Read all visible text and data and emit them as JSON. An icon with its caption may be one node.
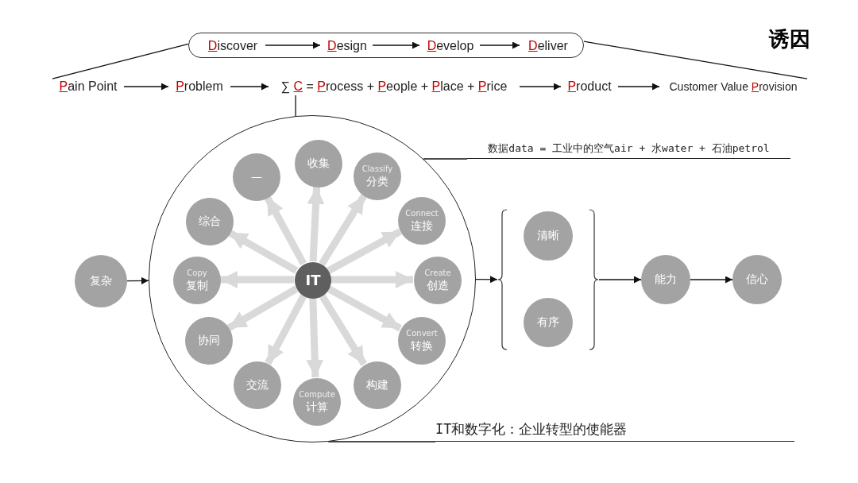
{
  "diagram": {
    "title": "诱因",
    "nodes": [
      {
        "text": [],
        "shape": "box"
      },
      {
        "text": [
          "Discover"
        ],
        "in": 0
      },
      {
        "text": [
          "Design"
        ],
        "in": 0
      },
      {
        "text": [
          "Develop"
        ],
        "in": 0
      },
      {
        "text": [
          "Deliver"
        ],
        "in": 0
      },
      {
        "text": [
          "Pain Point"
        ]
      },
      {
        "text": [
          "Problem"
        ]
      },
      {
        "text": [
          "∑ C = Process + People + Place + Price"
        ]
      },
      {
        "text": [
          "Product"
        ]
      },
      {
        "text": [
          "Customer Value Provision"
        ]
      },
      {
        "text": [],
        "shape": "circle"
      },
      {
        "text": [
          "IT"
        ],
        "in": 10
      },
      {
        "text": [
          "收集"
        ],
        "in": 10
      },
      {
        "text": [
          "Classify",
          "分类"
        ],
        "in": 10
      },
      {
        "text": [
          "Connect",
          "连接"
        ],
        "in": 10
      },
      {
        "text": [
          "Create",
          "创造"
        ],
        "in": 10
      },
      {
        "text": [
          "Convert",
          "转换"
        ],
        "in": 10
      },
      {
        "text": [
          "构建"
        ],
        "in": 10
      },
      {
        "text": [
          "Compute",
          "计算"
        ],
        "in": 10
      },
      {
        "text": [
          "交流"
        ],
        "in": 10
      },
      {
        "text": [
          "协同"
        ],
        "in": 10
      },
      {
        "text": [
          "Copy",
          "复制"
        ],
        "in": 10
      },
      {
        "text": [
          "综合"
        ],
        "in": 10
      },
      {
        "text": [
          "—"
        ],
        "in": 10
      },
      {
        "text": [
          "复杂"
        ]
      },
      {
        "text": [],
        "shape": "brace"
      },
      {
        "text": [
          "清晰"
        ],
        "in": 25
      },
      {
        "text": [
          "有序"
        ],
        "in": 25
      },
      {
        "text": [
          "能力"
        ]
      },
      {
        "text": [
          "信心"
        ]
      },
      {
        "text": [
          "数据data = 工业中的空气air + 水water + 石油petrol"
        ]
      },
      {
        "text": [
          "IT和数字化：企业转型的使能器"
        ]
      }
    ],
    "edges": [
      {
        "from": 1,
        "to": 2,
        "arrow": "to"
      },
      {
        "from": 2,
        "to": 3,
        "arrow": "to"
      },
      {
        "from": 3,
        "to": 4,
        "arrow": "to"
      },
      {
        "from": 0,
        "to": 5,
        "arrow": "none"
      },
      {
        "from": 0,
        "to": 9,
        "arrow": "none"
      },
      {
        "from": 5,
        "to": 6,
        "arrow": "to"
      },
      {
        "from": 6,
        "to": 7,
        "arrow": "to"
      },
      {
        "from": 7,
        "to": 8,
        "arrow": "to"
      },
      {
        "from": 8,
        "to": 9,
        "arrow": "to"
      },
      {
        "from": 7,
        "to": 10,
        "arrow": "none"
      },
      {
        "from": 11,
        "to": 12,
        "arrow": "to",
        "style": "thick",
        "color": "#d9d9d9"
      },
      {
        "from": 11,
        "to": 13,
        "arrow": "to",
        "style": "thick",
        "color": "#d9d9d9"
      },
      {
        "from": 11,
        "to": 14,
        "arrow": "to",
        "style": "thick",
        "color": "#d9d9d9"
      },
      {
        "from": 11,
        "to": 15,
        "arrow": "to",
        "style": "thick",
        "color": "#d9d9d9"
      },
      {
        "from": 11,
        "to": 16,
        "arrow": "to",
        "style": "thick",
        "color": "#d9d9d9"
      },
      {
        "from": 11,
        "to": 17,
        "arrow": "to",
        "style": "thick",
        "color": "#d9d9d9"
      },
      {
        "from": 11,
        "to": 18,
        "arrow": "to",
        "style": "thick",
        "color": "#d9d9d9"
      },
      {
        "from": 11,
        "to": 19,
        "arrow": "to",
        "style": "thick",
        "color": "#d9d9d9"
      },
      {
        "from": 11,
        "to": 20,
        "arrow": "to",
        "style": "thick",
        "color": "#d9d9d9"
      },
      {
        "from": 11,
        "to": 21,
        "arrow": "to",
        "style": "thick",
        "color": "#d9d9d9"
      },
      {
        "from": 11,
        "to": 22,
        "arrow": "to",
        "style": "thick",
        "color": "#d9d9d9"
      },
      {
        "from": 11,
        "to": 23,
        "arrow": "to",
        "style": "thick",
        "color": "#d9d9d9"
      },
      {
        "from": 24,
        "to": 10,
        "arrow": "to"
      },
      {
        "from": 10,
        "to": 25,
        "arrow": "to"
      },
      {
        "from": 25,
        "to": 28,
        "arrow": "to"
      },
      {
        "from": 28,
        "to": 29,
        "arrow": "to"
      },
      {
        "from": 30,
        "to": 10,
        "arrow": "none"
      },
      {
        "from": 31,
        "to": 10,
        "arrow": "none"
      }
    ]
  }
}
